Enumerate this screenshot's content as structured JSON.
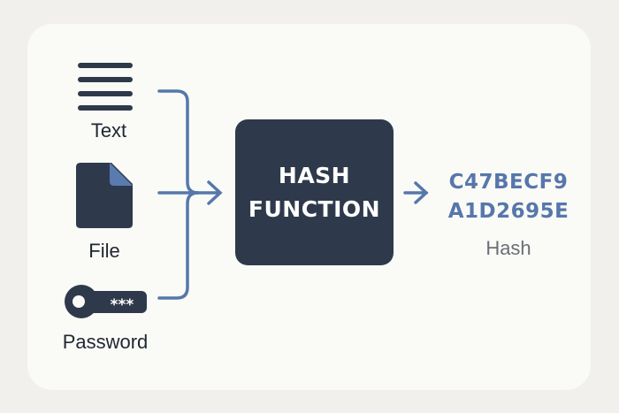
{
  "inputs": {
    "text": {
      "label": "Text",
      "icon": "text-lines-icon"
    },
    "file": {
      "label": "File",
      "icon": "document-icon"
    },
    "password": {
      "label": "Password",
      "icon": "key-icon",
      "mask": "***"
    }
  },
  "hash_function": {
    "line1": "HASH",
    "line2": "FUNCTION"
  },
  "output": {
    "line1": "C47BECF9",
    "line2": "A1D2695E",
    "caption": "Hash"
  },
  "colors": {
    "dark": "#2e3a4b",
    "accent": "#5677ab",
    "card": "#fafaf6",
    "background": "#f1f0ec"
  }
}
